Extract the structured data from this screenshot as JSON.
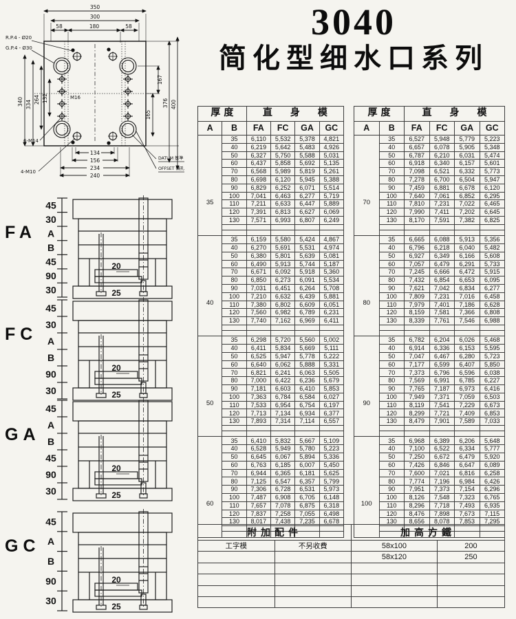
{
  "title": {
    "model": "3040",
    "series": "简化型细水口系列"
  },
  "drawing": {
    "top_dims": [
      "350",
      "300",
      "58",
      "180",
      "58"
    ],
    "left_dims": [
      "340",
      "334",
      "264",
      "132"
    ],
    "right_dims": [
      "167",
      "165",
      "376",
      "400"
    ],
    "bottom_dims": [
      "134",
      "156",
      "234",
      "240"
    ],
    "labels": {
      "rp": "R.P.4 - Ø20",
      "gp": "G.P.4 - Ø30",
      "m16": "M16",
      "m14": "6-M14",
      "m10": "4-M10",
      "datum": "DATUM 基準",
      "offset": "OFFSET 偏孔"
    }
  },
  "diagrams": [
    {
      "label": "FA",
      "dims": [
        "45",
        "30",
        "A",
        "B",
        "45",
        "90",
        "30"
      ],
      "inner_dims": [
        "20",
        "25"
      ]
    },
    {
      "label": "FC",
      "dims": [
        "45",
        "30",
        "A",
        "B",
        "90",
        "30"
      ],
      "inner_dims": [
        "20",
        "25"
      ]
    },
    {
      "label": "GA",
      "dims": [
        "45",
        "A",
        "B",
        "45",
        "90",
        "30"
      ],
      "inner_dims": [
        "20",
        "25"
      ]
    },
    {
      "label": "GC",
      "dims": [
        "45",
        "A",
        "B",
        "90",
        "30"
      ],
      "inner_dims": [
        "20",
        "25"
      ]
    }
  ],
  "price_table": {
    "header": {
      "thickness": "厚度",
      "body": "直身模",
      "col_a": "A",
      "col_b": "B",
      "value_cols": [
        "FA",
        "FC",
        "GA",
        "GC"
      ]
    },
    "b_values": [
      "35",
      "40",
      "50",
      "60",
      "70",
      "80",
      "90",
      "100",
      "110",
      "120",
      "130"
    ],
    "left_blocks": [
      {
        "a": "35",
        "fa": [
          "6,110",
          "6,219",
          "6,327",
          "6,437",
          "6,568",
          "6,698",
          "6,829",
          "7,041",
          "7,211",
          "7,391",
          "7,571"
        ],
        "fc": [
          "5,532",
          "5,642",
          "5,750",
          "5,858",
          "5,989",
          "6,120",
          "6,252",
          "6,463",
          "6,633",
          "6,813",
          "6,993"
        ],
        "ga": [
          "5,378",
          "5,483",
          "5,588",
          "5,692",
          "5,819",
          "5,945",
          "6,071",
          "6,277",
          "6,447",
          "6,627",
          "6,807"
        ],
        "gc": [
          "4,821",
          "4,926",
          "5,031",
          "5,135",
          "5,261",
          "5,388",
          "5,514",
          "5,719",
          "5,889",
          "6,069",
          "6,249"
        ]
      },
      {
        "a": "40",
        "fa": [
          "6,159",
          "6,270",
          "6,380",
          "6,490",
          "6,671",
          "6,850",
          "7,031",
          "7,210",
          "7,380",
          "7,560",
          "7,740"
        ],
        "fc": [
          "5,580",
          "5,691",
          "5,801",
          "5,913",
          "6,092",
          "6,273",
          "6,451",
          "6,632",
          "6,802",
          "6,982",
          "7,162"
        ],
        "ga": [
          "5,424",
          "5,531",
          "5,639",
          "5,744",
          "5,918",
          "6,091",
          "6,264",
          "6,439",
          "6,609",
          "6,789",
          "6,969"
        ],
        "gc": [
          "4,867",
          "4,974",
          "5,081",
          "5,187",
          "5,360",
          "5,534",
          "5,708",
          "5,881",
          "6,051",
          "6,231",
          "6,411"
        ]
      },
      {
        "a": "50",
        "fa": [
          "6,298",
          "6,411",
          "6,525",
          "6,640",
          "6,821",
          "7,000",
          "7,181",
          "7,363",
          "7,533",
          "7,713",
          "7,893"
        ],
        "fc": [
          "5,720",
          "5,834",
          "5,947",
          "6,062",
          "6,241",
          "6,422",
          "6,603",
          "6,784",
          "6,954",
          "7,134",
          "7,314"
        ],
        "ga": [
          "5,560",
          "5,669",
          "5,778",
          "5,888",
          "6,063",
          "6,236",
          "6,410",
          "6,584",
          "6,754",
          "6,934",
          "7,114"
        ],
        "gc": [
          "5,002",
          "5,111",
          "5,222",
          "5,331",
          "5,505",
          "5,679",
          "5,853",
          "6,027",
          "6,197",
          "6,377",
          "6,557"
        ]
      },
      {
        "a": "60",
        "fa": [
          "6,410",
          "6,528",
          "6,645",
          "6,763",
          "6,944",
          "7,125",
          "7,306",
          "7,487",
          "7,657",
          "7,837",
          "8,017"
        ],
        "fc": [
          "5,832",
          "5,949",
          "6,067",
          "6,185",
          "6,365",
          "6,547",
          "6,728",
          "6,908",
          "7,078",
          "7,258",
          "7,438"
        ],
        "ga": [
          "5,667",
          "5,780",
          "5,894",
          "6,007",
          "6,181",
          "6,357",
          "6,531",
          "6,705",
          "6,875",
          "7,055",
          "7,235"
        ],
        "gc": [
          "5,109",
          "5,223",
          "5,336",
          "5,450",
          "5,625",
          "5,799",
          "5,973",
          "6,148",
          "6,318",
          "6,498",
          "6,678"
        ]
      }
    ],
    "right_blocks": [
      {
        "a": "70",
        "fa": [
          "6,527",
          "6,657",
          "6,787",
          "6,918",
          "7,098",
          "7,278",
          "7,459",
          "7,640",
          "7,810",
          "7,990",
          "8,170"
        ],
        "fc": [
          "5,948",
          "6,078",
          "6,210",
          "6,340",
          "6,521",
          "6,700",
          "6,881",
          "7,061",
          "7,231",
          "7,411",
          "7,591"
        ],
        "ga": [
          "5,779",
          "5,905",
          "6,031",
          "6,157",
          "6,332",
          "6,504",
          "6,678",
          "6,852",
          "7,022",
          "7,202",
          "7,382"
        ],
        "gc": [
          "5,223",
          "5,348",
          "5,474",
          "5,601",
          "5,773",
          "5,947",
          "6,120",
          "6,295",
          "6,465",
          "6,645",
          "6,825"
        ]
      },
      {
        "a": "80",
        "fa": [
          "6,665",
          "6,796",
          "6,927",
          "7,057",
          "7,245",
          "7,432",
          "7,621",
          "7,809",
          "7,979",
          "8,159",
          "8,339"
        ],
        "fc": [
          "6,088",
          "6,218",
          "6,349",
          "6,479",
          "6,666",
          "6,854",
          "7,042",
          "7,231",
          "7,401",
          "7,581",
          "7,761"
        ],
        "ga": [
          "5,913",
          "6,040",
          "6,166",
          "6,291",
          "6,472",
          "6,653",
          "6,834",
          "7,016",
          "7,186",
          "7,366",
          "7,546"
        ],
        "gc": [
          "5,356",
          "5,482",
          "5,608",
          "5,733",
          "5,915",
          "6,095",
          "6,277",
          "6,458",
          "6,628",
          "6,808",
          "6,988"
        ]
      },
      {
        "a": "90",
        "fa": [
          "6,782",
          "6,914",
          "7,047",
          "7,177",
          "7,373",
          "7,569",
          "7,765",
          "7,949",
          "8,119",
          "8,299",
          "8,479"
        ],
        "fc": [
          "6,204",
          "6,336",
          "6,467",
          "6,599",
          "6,796",
          "6,991",
          "7,187",
          "7,371",
          "7,541",
          "7,721",
          "7,901"
        ],
        "ga": [
          "6,026",
          "6,153",
          "6,280",
          "6,407",
          "6,596",
          "6,785",
          "6,973",
          "7,059",
          "7,229",
          "7,409",
          "7,589"
        ],
        "gc": [
          "5,468",
          "5,595",
          "5,723",
          "5,850",
          "6,038",
          "6,227",
          "6,416",
          "6,503",
          "6,673",
          "6,853",
          "7,033"
        ]
      },
      {
        "a": "100",
        "fa": [
          "6,968",
          "7,100",
          "7,250",
          "7,426",
          "7,600",
          "7,774",
          "7,951",
          "8,126",
          "8,296",
          "8,476",
          "8,656"
        ],
        "fc": [
          "6,389",
          "6,522",
          "6,672",
          "6,846",
          "7,021",
          "7,196",
          "7,373",
          "7,548",
          "7,718",
          "7,898",
          "8,078"
        ],
        "ga": [
          "6,206",
          "6,334",
          "6,479",
          "6,647",
          "6,816",
          "6,984",
          "7,154",
          "7,323",
          "7,493",
          "7,673",
          "7,853"
        ],
        "gc": [
          "5,648",
          "5,777",
          "5,920",
          "6,089",
          "6,258",
          "6,426",
          "6,296",
          "6,765",
          "6,935",
          "7,115",
          "7,295"
        ]
      }
    ]
  },
  "accessory_table": {
    "left_header": "附加配件",
    "right_header": "加高方鐵",
    "rows": [
      [
        "工字模",
        "不另收費",
        "58x100",
        "200"
      ],
      [
        "",
        "",
        "58x120",
        "250"
      ],
      [
        "",
        "",
        "",
        ""
      ],
      [
        "",
        "",
        "",
        ""
      ],
      [
        "",
        "",
        "",
        ""
      ],
      [
        "",
        "",
        "",
        ""
      ]
    ]
  }
}
